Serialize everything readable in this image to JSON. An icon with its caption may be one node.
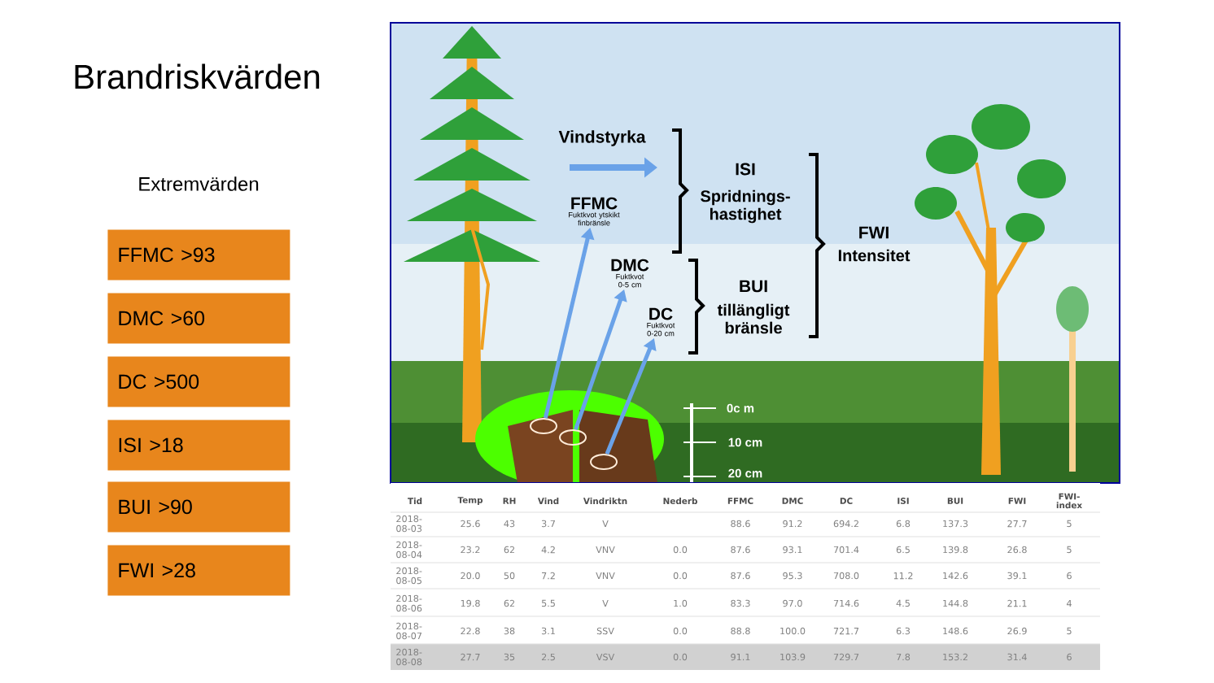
{
  "diagram": {
    "title": "Brandriskvärden",
    "nodes": [
      {
        "text": [
          "FFMC >93"
        ]
      },
      {
        "text": [
          "DMC >60"
        ]
      },
      {
        "text": [
          "DC >500"
        ]
      },
      {
        "text": [
          "ISI >18"
        ]
      },
      {
        "text": [
          "BUI >90"
        ]
      },
      {
        "text": [
          "FWI >28"
        ]
      },
      {
        "text": [
          "FFMC",
          "Fuktkvot ytskikt finbränsle"
        ]
      },
      {
        "text": [
          "DMC",
          "Fuktkvot 0-5 cm"
        ]
      },
      {
        "text": [
          "DC",
          "Fuktkvot 0-20 cm"
        ]
      },
      {
        "text": [],
        "shape": "circle"
      },
      {
        "text": [],
        "shape": "circle"
      },
      {
        "text": [],
        "shape": "circle"
      }
    ],
    "edges": [
      {
        "from": 9,
        "to": 6,
        "arrow": "to"
      },
      {
        "from": 10,
        "to": 7,
        "arrow": "to"
      },
      {
        "from": 11,
        "to": 8,
        "arrow": "to"
      }
    ],
    "labels": [
      "Extremvärden",
      "Vindstyrka",
      "ISI",
      "Spridnings-hastighet",
      "FWI",
      "Intensitet",
      "BUI",
      "tillängligt bränsle",
      "0c m",
      "10 cm",
      "20 cm",
      "Tid",
      "Temp",
      "RH",
      "Vind",
      "Vindriktn",
      "Nederb",
      "FFMC",
      "DMC",
      "DC",
      "ISI",
      "BUI",
      "FWI",
      "FWI-index",
      "2018-08-03",
      "25.6",
      "43",
      "3.7",
      "V",
      "88.6",
      "91.2",
      "694.2",
      "6.8",
      "137.3",
      "27.7",
      "5",
      "2018-08-04",
      "23.2",
      "62",
      "4.2",
      "VNV",
      "0.0",
      "87.6",
      "93.1",
      "701.4",
      "6.5",
      "139.8",
      "26.8",
      "5",
      "2018-08-05",
      "20.0",
      "50",
      "7.2",
      "VNV",
      "0.0",
      "87.6",
      "95.3",
      "708.0",
      "11.2",
      "142.6",
      "39.1",
      "6",
      "2018-08-06",
      "19.8",
      "62",
      "5.5",
      "V",
      "1.0",
      "83.3",
      "97.0",
      "714.6",
      "4.5",
      "144.8",
      "21.1",
      "4",
      "2018-08-07",
      "22.8",
      "38",
      "3.1",
      "SSV",
      "0.0",
      "88.8",
      "100.0",
      "721.7",
      "6.3",
      "148.6",
      "26.9",
      "5",
      "2018-08-08",
      "27.7",
      "35",
      "2.5",
      "VSV",
      "0.0",
      "91.1",
      "103.9",
      "729.7",
      "7.8",
      "153.2",
      "31.4",
      "6"
    ]
  }
}
